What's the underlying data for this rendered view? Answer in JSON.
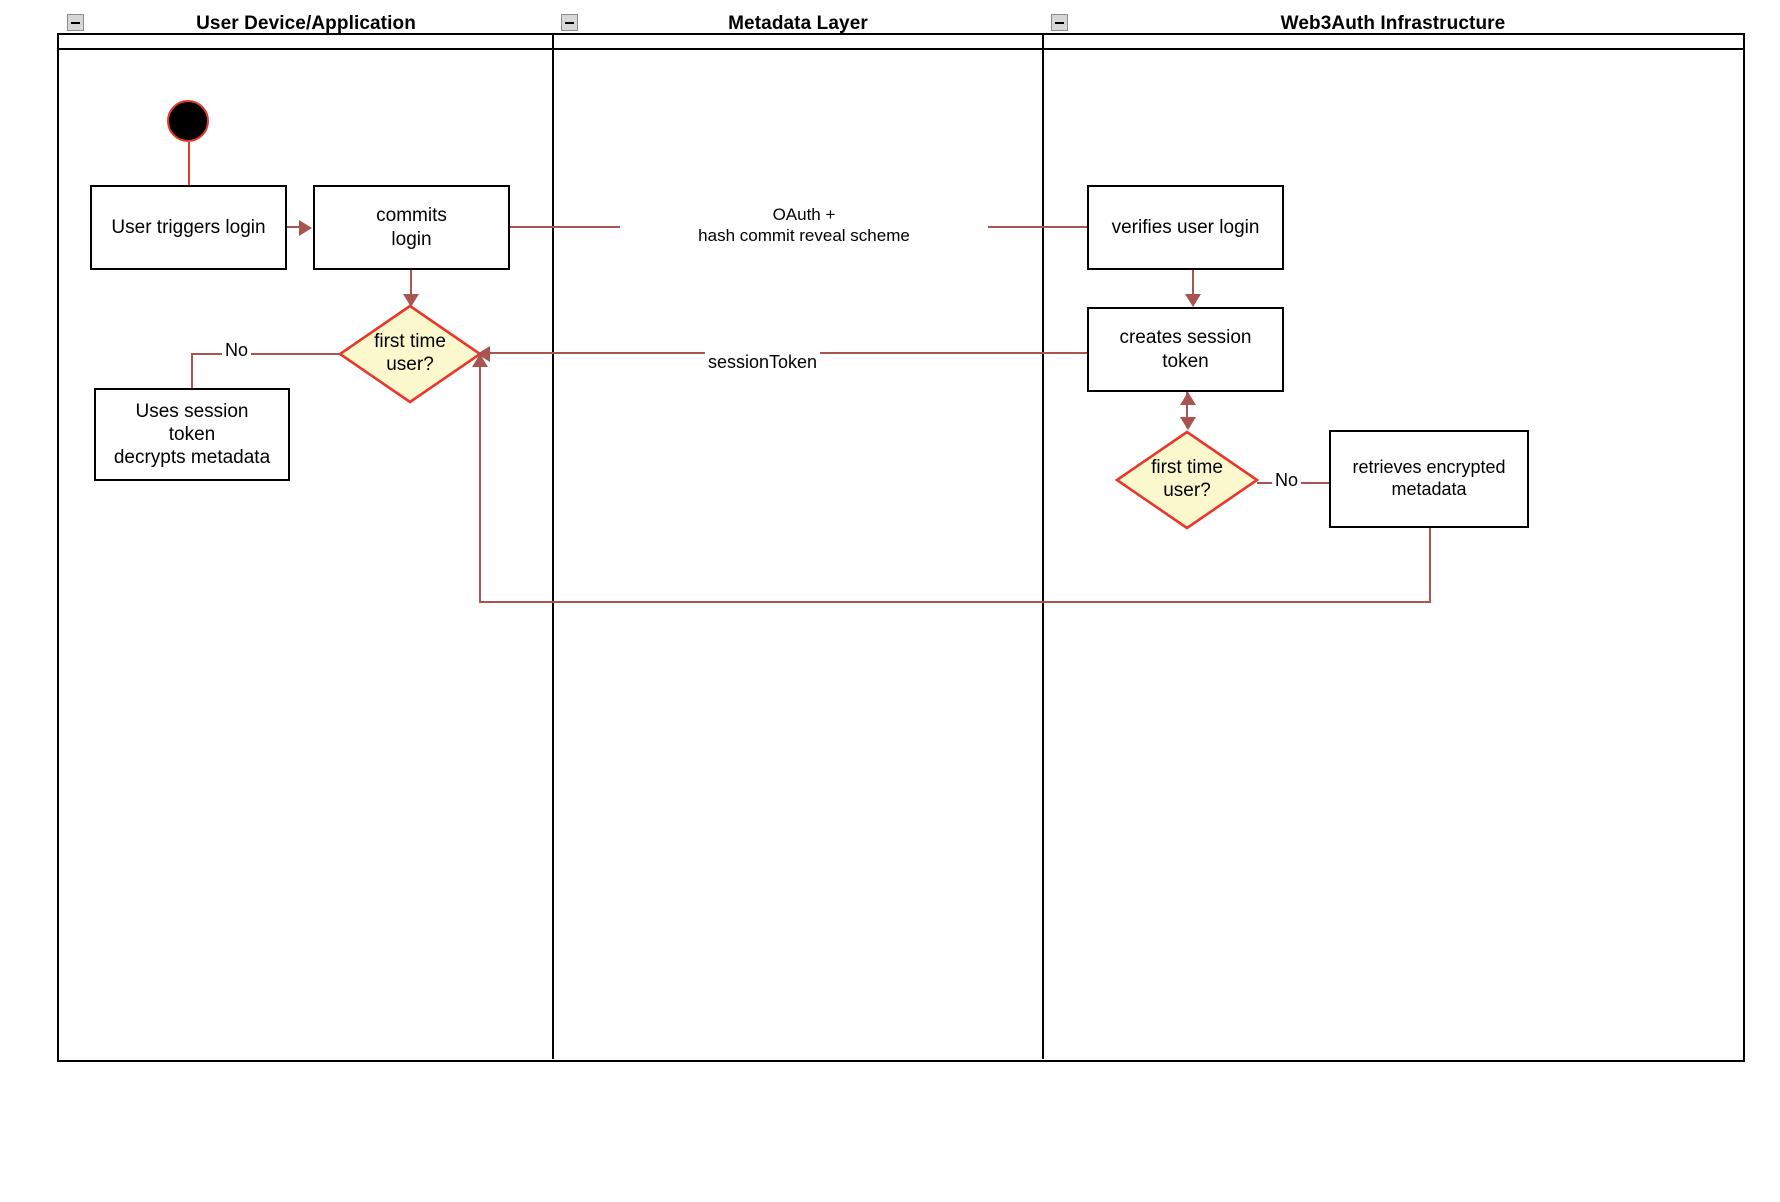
{
  "diagram": {
    "type": "uml-activity-swimlane",
    "title_present": false,
    "colors": {
      "node_border": "#000000",
      "node_fill": "#ffffff",
      "decision_border": "#e8372b",
      "decision_fill": "#fbf8cd",
      "edge": "#a85450",
      "start_ring": "#e8372b",
      "start_fill": "#000000",
      "lane_border": "#000000"
    },
    "lanes": [
      {
        "id": "lane-user",
        "title": "User Device/Application",
        "collapse_icon": "collapse-minus-icon"
      },
      {
        "id": "lane-metadata",
        "title": "Metadata Layer",
        "collapse_icon": "collapse-minus-icon"
      },
      {
        "id": "lane-web3auth",
        "title": "Web3Auth Infrastructure",
        "collapse_icon": "collapse-minus-icon"
      }
    ],
    "nodes": {
      "start": {
        "shape": "initial-node",
        "label": ""
      },
      "user_triggers_login": {
        "shape": "action",
        "label": "User triggers login",
        "lane": "lane-user"
      },
      "commits_login": {
        "shape": "action",
        "label": "commits\nlogin",
        "lane": "lane-user"
      },
      "first_time_user_left": {
        "shape": "decision",
        "label": "first time\nuser?",
        "lane": "lane-user"
      },
      "uses_session_token": {
        "shape": "action",
        "label": "Uses session\ntoken\ndecrypts metadata",
        "lane": "lane-user"
      },
      "verifies_user_login": {
        "shape": "action",
        "label": "verifies user login",
        "lane": "lane-web3auth"
      },
      "creates_session_token": {
        "shape": "action",
        "label": "creates session\ntoken",
        "lane": "lane-web3auth"
      },
      "first_time_user_right": {
        "shape": "decision",
        "label": "first time\nuser?",
        "lane": "lane-web3auth"
      },
      "retrieves_encrypted_metadata": {
        "shape": "action",
        "label": "retrieves encrypted\nmetadata",
        "lane": "lane-web3auth"
      }
    },
    "edge_labels": {
      "oauth": "OAuth +\nhash commit reveal scheme",
      "session_token": "sessionToken",
      "no_left": "No",
      "no_right": "No"
    }
  }
}
